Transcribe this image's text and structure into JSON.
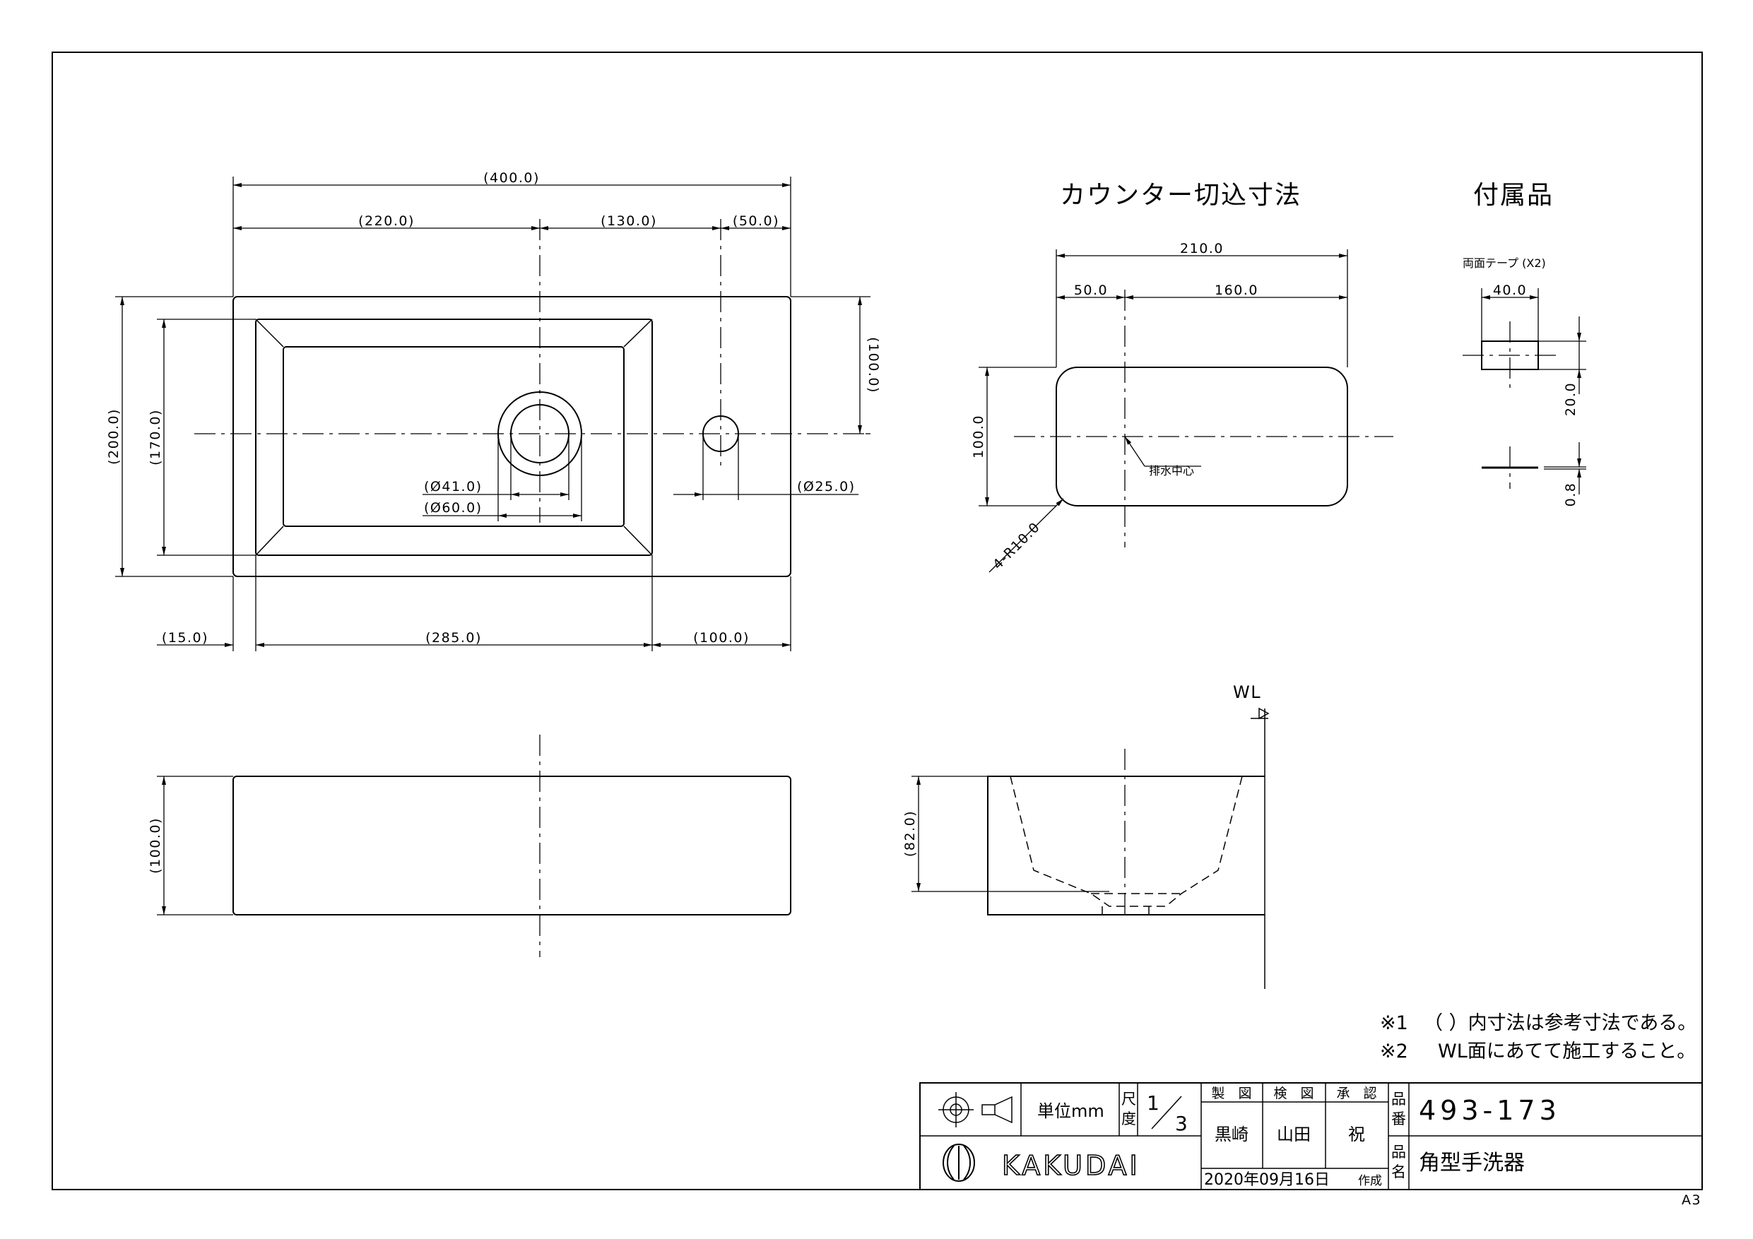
{
  "plan_view": {
    "overall_width": "(400.0)",
    "dim_220": "(220.0)",
    "dim_130": "(130.0)",
    "dim_50": "(50.0)",
    "height_200": "(200.0)",
    "height_170": "(170.0)",
    "dim_100_right": "(100.0)",
    "drain_41": "(Ø41.0)",
    "drain_60": "(Ø60.0)",
    "faucet_25": "(Ø25.0)",
    "bottom_15": "(15.0)",
    "bottom_285": "(285.0)",
    "bottom_100": "(100.0)"
  },
  "front_view": {
    "height_100": "(100.0)"
  },
  "counter_cutout": {
    "title": "カウンター切込寸法",
    "width_210": "210.0",
    "dim_50": "50.0",
    "dim_160": "160.0",
    "height_100": "100.0",
    "corner_radius": "4-R10.0",
    "drain_center_label": "排水中心"
  },
  "section_view": {
    "wl_label": "WL",
    "depth_82": "(82.0)"
  },
  "accessories": {
    "title": "付属品",
    "item_label": "両面テープ (X2)",
    "width_40": "40.0",
    "height_20": "20.0",
    "thickness_08": "0.8"
  },
  "notes": [
    {
      "mark": "※1",
      "text": "（ ）内寸法は参考寸法である。"
    },
    {
      "mark": "※2",
      "text": "WL面にあてて施工すること。"
    }
  ],
  "title_block": {
    "unit_label": "単位mm",
    "scale_label_1": "尺",
    "scale_label_2": "度",
    "scale_num": "1",
    "scale_den": "3",
    "drawn_header": "製　図",
    "checked_header": "検　図",
    "approved_header": "承　認",
    "drawn_by": "黒崎",
    "checked_by": "山田",
    "approved_by": "祝",
    "part_no_label_1": "品",
    "part_no_label_2": "番",
    "part_no": "493-173",
    "part_name_label_1": "品",
    "part_name_label_2": "名",
    "part_name": "角型手洗器",
    "company": "KAKUDAI",
    "date": "2020年09月16日",
    "created_label": "作成"
  },
  "sheet_size": "A3"
}
